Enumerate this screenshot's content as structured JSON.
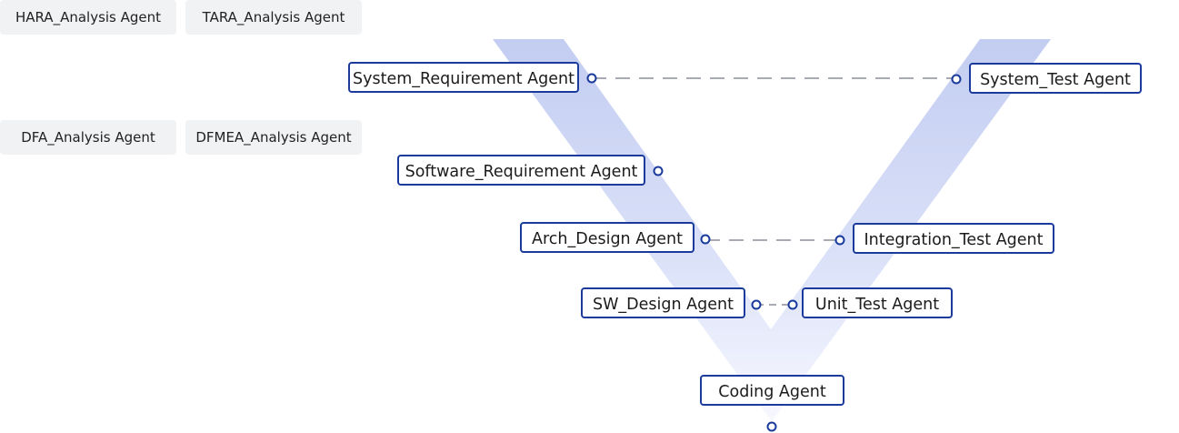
{
  "chips": {
    "hara": "HARA_Analysis Agent",
    "tara": "TARA_Analysis Agent",
    "dfa": "DFA_Analysis Agent",
    "dfmea": "DFMEA_Analysis Agent"
  },
  "agents": {
    "system_requirement": "System_Requirement  Agent",
    "software_requirement": "Software_Requirement  Agent",
    "arch_design": "Arch_Design  Agent",
    "sw_design": "SW_Design  Agent",
    "coding": "Coding  Agent",
    "system_test": "System_Test  Agent",
    "integration_test": "Integration_Test  Agent",
    "unit_test": "Unit_Test  Agent"
  },
  "colors": {
    "node_border": "#1a3a9c",
    "v_band": "#c9d3f3",
    "connector": "#a8abb3",
    "chip_bg": "#f1f2f4"
  }
}
